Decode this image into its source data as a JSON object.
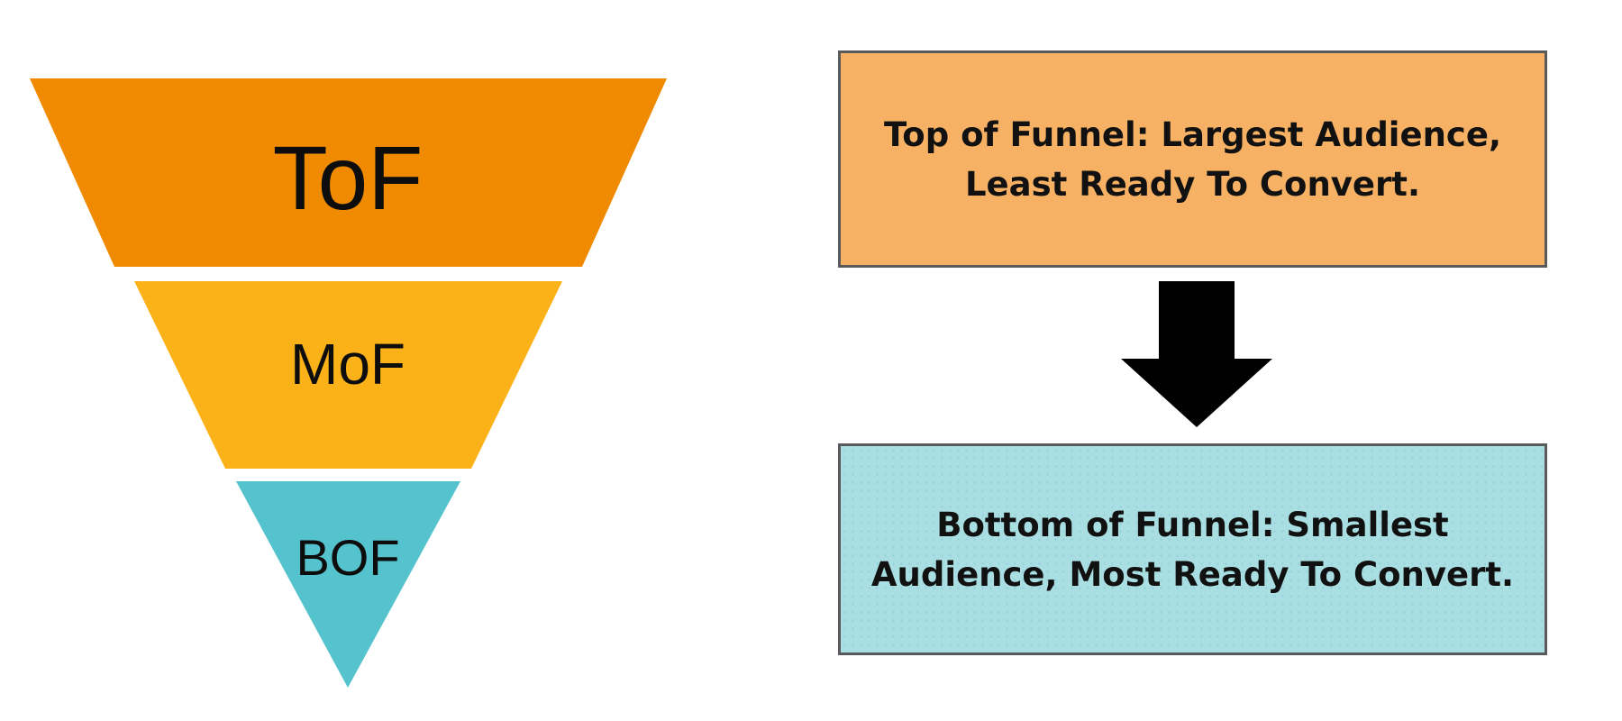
{
  "colors": {
    "background": "#ffffff",
    "tof": "#EF8A01",
    "mof": "#FBB218",
    "bof": "#54C3CD",
    "label_text": "#0d0d0d",
    "top_box_bg": "#F6B164",
    "bottom_box_bg": "#A9DEE2",
    "box_border": "#595a5c",
    "box_text": "#111111",
    "arrow": "#000000",
    "arrow_outline": "#6e6e6e"
  },
  "funnel": {
    "segments": [
      {
        "id": "tof",
        "label": "ToF",
        "color": "#EF8A01"
      },
      {
        "id": "mof",
        "label": "MoF",
        "color": "#FBB218"
      },
      {
        "id": "bof",
        "label": "BOF",
        "color": "#54C3CD"
      }
    ]
  },
  "flow": {
    "top_box": {
      "line1": "Top of Funnel: Largest Audience,",
      "line2": "Least Ready To Convert.",
      "bg": "#F6B164"
    },
    "arrow_icon": "down-arrow",
    "bottom_box": {
      "line1": "Bottom of Funnel: Smallest",
      "line2": "Audience, Most Ready To Convert.",
      "bg": "#A9DEE2"
    }
  }
}
